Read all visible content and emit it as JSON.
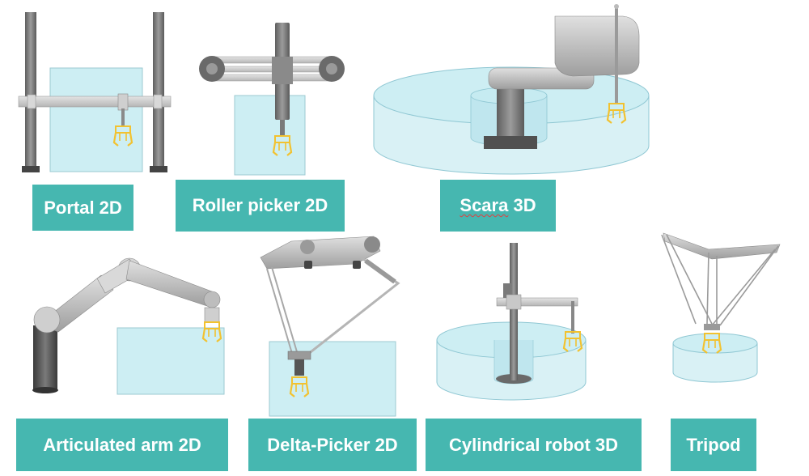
{
  "labels": {
    "portal": "Portal 2D",
    "roller": "Roller picker 2D",
    "scara": "Scara",
    "scara_suffix": " 3D",
    "articulated": "Articulated arm 2D",
    "delta": "Delta-Picker 2D",
    "cylindrical": "Cylindrical robot 3D",
    "tripod": "Tripod"
  },
  "colors": {
    "label_bg": "#46b7b0",
    "label_text": "#ffffff",
    "workspace_fill": "#cfeef3",
    "workspace_stroke": "#8fc7d3",
    "metal": "#9a9a9a",
    "gripper": "#f2c230"
  }
}
